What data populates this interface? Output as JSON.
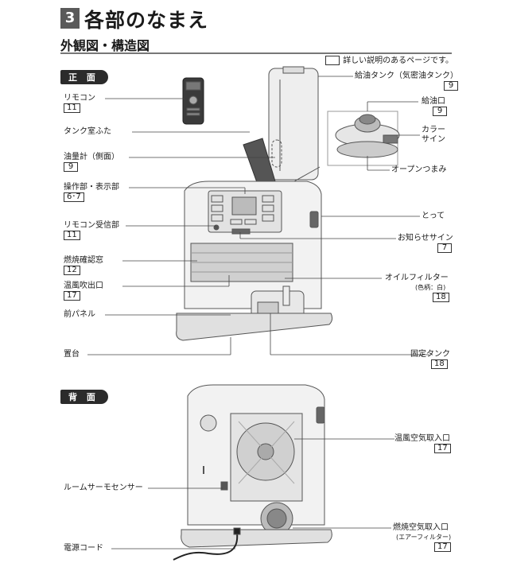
{
  "header": {
    "section_number": "3",
    "title": "各部のなまえ",
    "subtitle": "外観図・構造図"
  },
  "legend": {
    "text": "詳しい説明のあるページです。"
  },
  "front": {
    "tag": "正 面",
    "labels": {
      "remote": "リモコン",
      "remote_page": "11",
      "tank_lid": "タンク室ふた",
      "fuel_gauge": "油量計（側面）",
      "fuel_gauge_page": "9",
      "control": "操作部・表示部",
      "control_page": "6･7",
      "receiver": "リモコン受信部",
      "receiver_page": "11",
      "window": "燃焼確認窓",
      "window_page": "12",
      "outlet": "温風吹出口",
      "outlet_page": "17",
      "front_panel": "前パネル",
      "base": "置台",
      "supply_tank": "給油タンク（気密油タンク）",
      "supply_tank_page": "9",
      "fuel_port": "給油口",
      "fuel_port_page": "9",
      "color_sign": "カラー\nサイン",
      "open_knob": "オープンつまみ",
      "handle": "とって",
      "notice_sign": "お知らせサイン",
      "notice_sign_page": "7",
      "oil_filter": "オイルフィルター",
      "oil_filter_note": "(色柄：白)",
      "oil_filter_page": "18",
      "fixed_tank": "固定タンク",
      "fixed_tank_page": "18"
    }
  },
  "back": {
    "tag": "背 面",
    "labels": {
      "warm_intake": "温風空気取入口",
      "warm_intake_page": "17",
      "room_sensor": "ルームサーモセンサー",
      "combustion_intake": "燃焼空気取入口",
      "combustion_intake_note": "(エアーフィルター)",
      "combustion_intake_page": "17",
      "power_cord": "電源コード"
    }
  },
  "colors": {
    "accent": "#2b2b2b",
    "section_box": "#5a5a5a",
    "line": "#444444"
  }
}
